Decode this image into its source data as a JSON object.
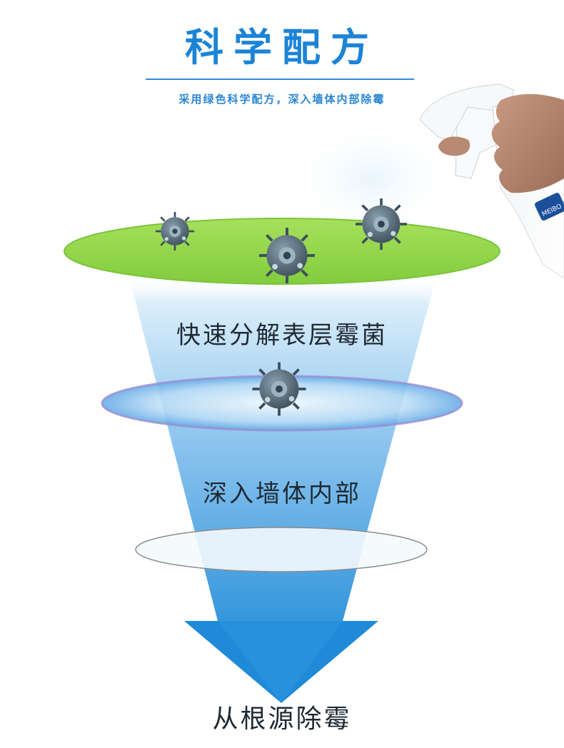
{
  "header": {
    "title": "科学配方",
    "subtitle": "采用绿色科学配方，深入墙体内部除霉"
  },
  "layers": [
    {
      "label": "快速分解表层霉菌"
    },
    {
      "label": "深入墙体内部"
    },
    {
      "label": "从根源除霉"
    }
  ],
  "product": {
    "bottle_text": "MEIBO"
  },
  "colors": {
    "accent_blue": "#1c84d6",
    "surface_green": "#8fd648",
    "arrow_blue": "#1e8ad8"
  },
  "icons": [
    "mold-spore-icon",
    "spray-bottle-icon",
    "hand-icon"
  ]
}
